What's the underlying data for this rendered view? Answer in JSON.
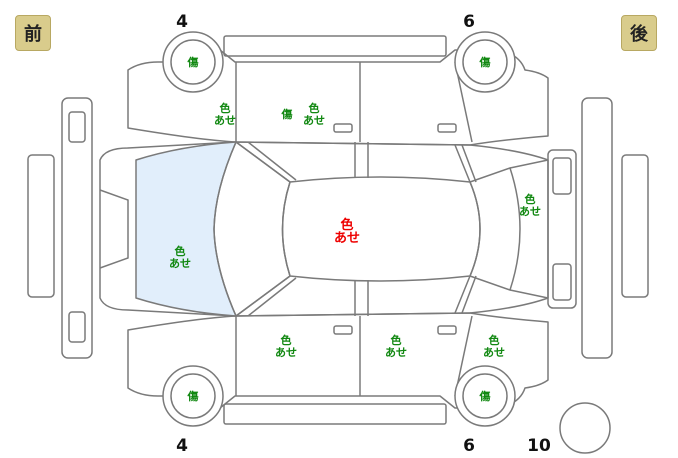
{
  "badges": {
    "front": "前",
    "rear": "後"
  },
  "wheel_numbers": {
    "front_top": "4",
    "rear_top": "6",
    "front_bottom": "4",
    "rear_bottom": "6",
    "spare": "10"
  },
  "damage_marks": {
    "front_top_tire": "傷",
    "rear_top_tire": "傷",
    "front_bottom_tire": "傷",
    "rear_bottom_tire": "傷",
    "left_front_fender": [
      "色",
      "あせ"
    ],
    "left_front_door_scratch": "傷",
    "left_front_door_fade": [
      "色",
      "あせ"
    ],
    "roof": [
      "色",
      "あせ"
    ],
    "hood": [
      "色",
      "あせ"
    ],
    "rear_trunk": [
      "色",
      "あせ"
    ],
    "right_front_door": [
      "色",
      "あせ"
    ],
    "right_rear_door": [
      "色",
      "あせ"
    ],
    "right_rear_fender": [
      "色",
      "あせ"
    ]
  },
  "colors": {
    "line": "#7a7a7a",
    "hood_fill": "#e1eefb",
    "mark_green": "#118811",
    "mark_red": "#ee0000",
    "badge": "#d9cc8c"
  }
}
